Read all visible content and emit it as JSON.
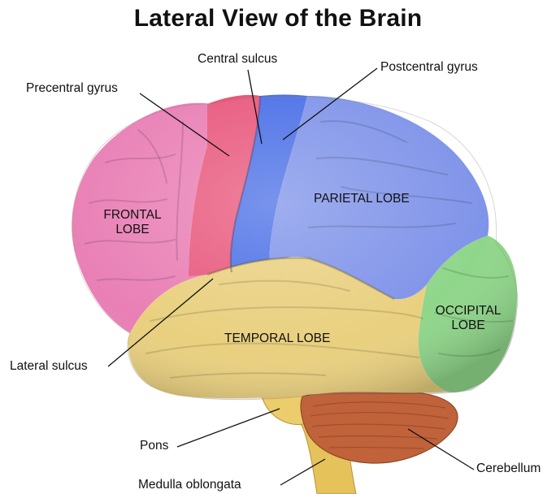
{
  "title": "Lateral View of the Brain",
  "callouts": {
    "central_sulcus": "Central sulcus",
    "postcentral_gyrus": "Postcentral gyrus",
    "precentral_gyrus": "Precentral gyrus",
    "lateral_sulcus": "Lateral sulcus",
    "pons": "Pons",
    "medulla": "Medulla oblongata",
    "cerebellum": "Cerebellum"
  },
  "lobes": {
    "frontal_1": "FRONTAL",
    "frontal_2": "LOBE",
    "parietal": "PARIETAL LOBE",
    "occipital_1": "OCCIPITAL",
    "occipital_2": "LOBE",
    "temporal": "TEMPORAL LOBE"
  },
  "colors": {
    "frontal": "#e97fb5",
    "precentral": "#e8577c",
    "parietal": "#7f93e9",
    "postcentral": "#4a6fe6",
    "occipital": "#8fd68a",
    "temporal": "#e9d07f",
    "cerebellum": "#c0623a",
    "brainstem": "#e6c25a"
  }
}
